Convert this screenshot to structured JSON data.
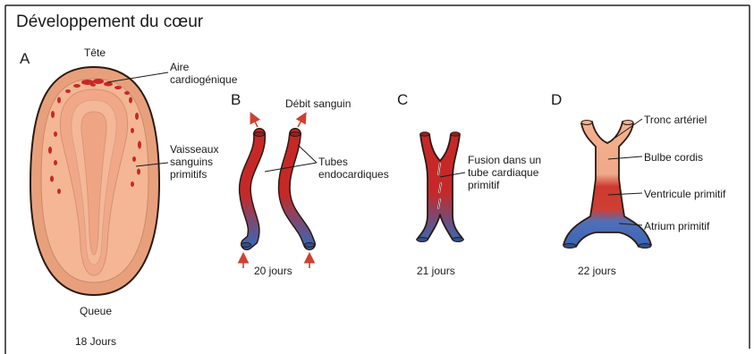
{
  "title": "Développement du cœur",
  "colors": {
    "embryo_outer": "#e8a07c",
    "embryo_inner": "#f4b694",
    "border": "#2a1a12",
    "cardiac_red": "#c62828",
    "venous_blue": "#3b66b3",
    "arrow_red": "#d04030",
    "bulb_peach": "#f3b08f"
  },
  "panels": {
    "A": {
      "letter": "A",
      "head_label": "Tête",
      "tail_label": "Queue",
      "age": "18 Jours",
      "labels": {
        "cardiogenic_area": "Aire cardiogénique",
        "primitive_vessels": "Vaisseaux sanguins primitifs"
      }
    },
    "B": {
      "letter": "B",
      "blood_flow": "Débit sanguin",
      "tubes_label": "Tubes endocardiques",
      "age": "20 jours"
    },
    "C": {
      "letter": "C",
      "fusion_label": "Fusion dans un tube cardiaque primitif",
      "age": "21 jours"
    },
    "D": {
      "letter": "D",
      "labels": {
        "truncus": "Tronc artériel",
        "bulbus": "Bulbe cordis",
        "ventricle": "Ventricule primitif",
        "atrium": "Atrium primitif"
      },
      "age": "22 jours"
    }
  }
}
